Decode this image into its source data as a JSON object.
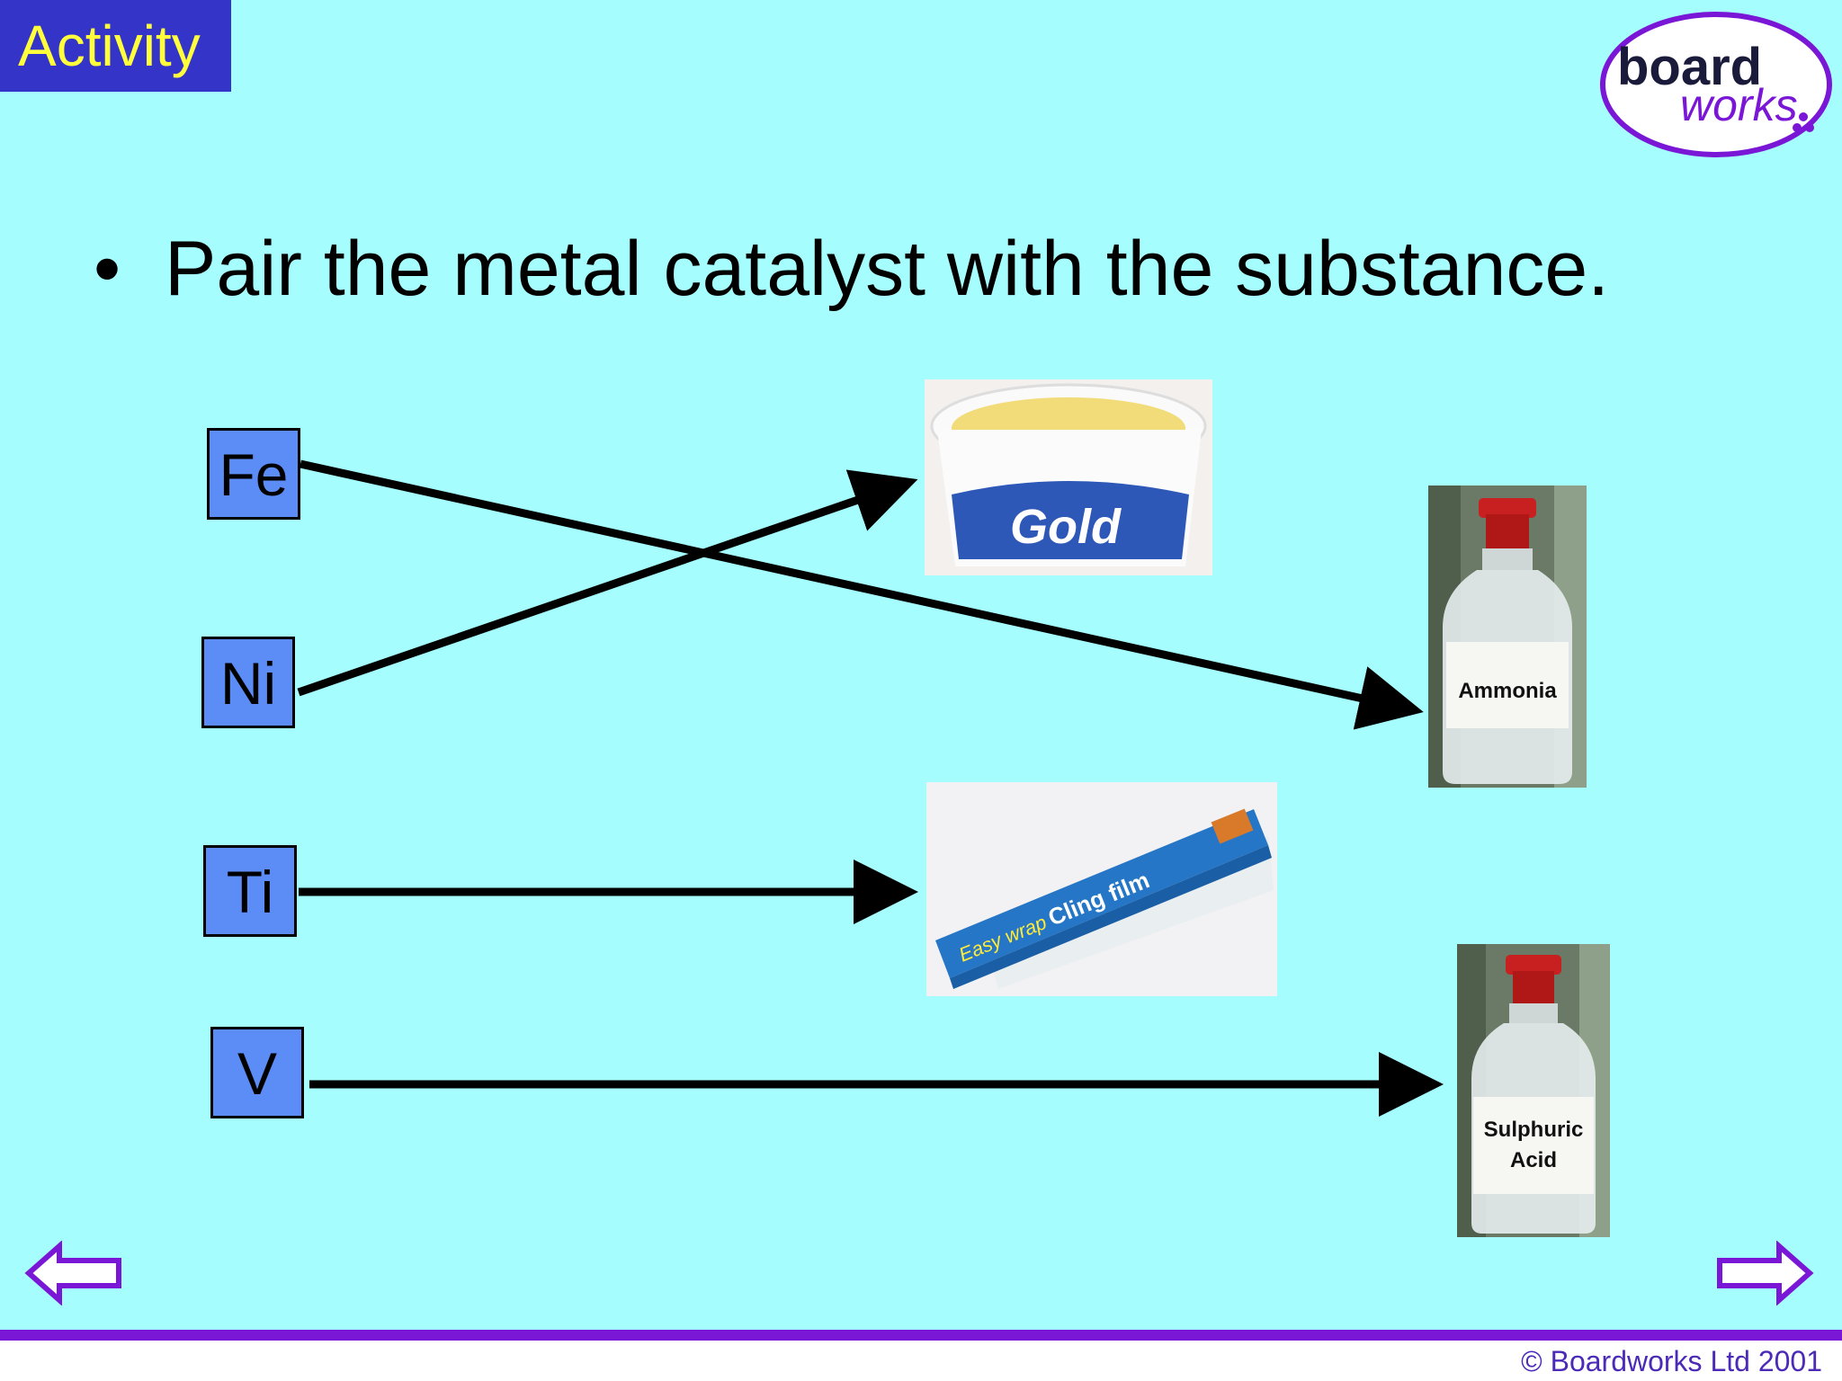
{
  "header": {
    "tag": "Activity"
  },
  "logo": {
    "line1": "board",
    "line2": "works"
  },
  "instruction": {
    "bullet": "•",
    "text": "Pair the metal catalyst with the substance."
  },
  "metals": [
    "Fe",
    "Ni",
    "Ti",
    "V"
  ],
  "substances": {
    "margarine": {
      "brand": "Gold"
    },
    "ammonia": {
      "label": "Ammonia"
    },
    "cling_film": {
      "label1": "Easy wrap",
      "label2": "Cling film"
    },
    "sulphuric_acid": {
      "label1": "Sulphuric",
      "label2": "Acid"
    }
  },
  "footer": {
    "copyright": "© Boardworks Ltd 2001"
  },
  "colors": {
    "background": "#a6fdfd",
    "tag_bg": "#3434c8",
    "tag_text": "#ffff3c",
    "metal_box": "#5c8cf5",
    "footer_bar": "#7a16d6",
    "nav_arrow": "#7a16d6"
  },
  "icons": {
    "back": "left-arrow-icon",
    "forward": "right-arrow-icon"
  }
}
